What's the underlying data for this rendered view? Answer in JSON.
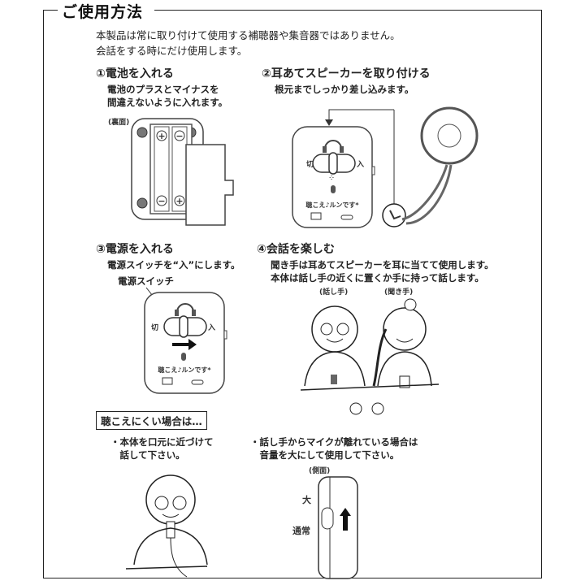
{
  "page": {
    "title": "ご使用方法",
    "intro": [
      "本製品は常に取り付けて使用する補聴器や集音器ではありません。",
      "会話をする時にだけ使用します。"
    ]
  },
  "steps": [
    {
      "heading": "①電池を入れる",
      "body": [
        "電池のプラスとマイナスを",
        "間違えないように入れます。"
      ],
      "figure_label": "(裏面)",
      "polarity": {
        "top_left": "+",
        "top_right": "−",
        "bottom_left": "−",
        "bottom_right": "+"
      }
    },
    {
      "heading": "②耳あてスピーカーを取り付ける",
      "body": [
        "根元までしっかり差し込みます。"
      ],
      "device": {
        "switch_off": "切",
        "switch_on": "入",
        "brand": "聴こえ♪ルンです*"
      }
    },
    {
      "heading": "③電源を入れる",
      "body": [
        "電源スイッチを“入”にします。"
      ],
      "callout": "電源スイッチ",
      "device": {
        "switch_off": "切",
        "switch_on": "入",
        "brand": "聴こえ♪ルンです*"
      }
    },
    {
      "heading": "④会話を楽しむ",
      "body": [
        "聞き手は耳あてスピーカーを耳に当てて使用します。",
        "本体は話し手の近くに置くか手に持って話します。"
      ],
      "speaker_label": "(話し手)",
      "listener_label": "(聞き手)"
    }
  ],
  "tips": {
    "heading": "聴こえにくい場合は…",
    "tip1": [
      "・本体を口元に近づけて",
      "　話して下さい。"
    ],
    "tip2": [
      "・話し手からマイクが離れている場合は",
      "　音量を大にして使用して下さい。"
    ],
    "side_label": "(側面)",
    "volume_high": "大",
    "volume_normal": "通常"
  }
}
